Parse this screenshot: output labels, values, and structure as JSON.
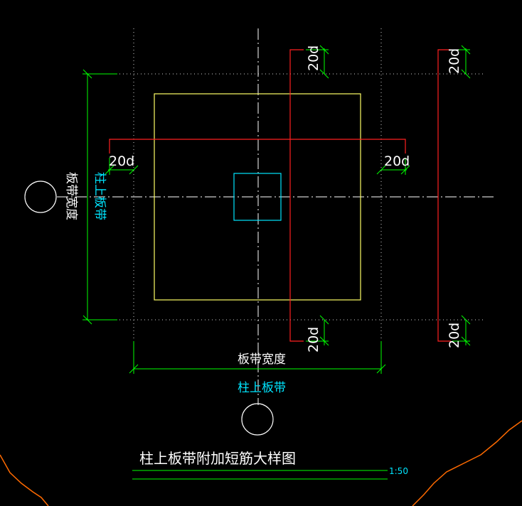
{
  "drawing": {
    "title": "柱上板带附加短筋大样图",
    "scale": "1:50"
  },
  "labels": {
    "band_width": "板带宽度",
    "column_strip": "柱上板带",
    "band_width_vertical": "板带宽度",
    "column_strip_vertical": "柱上板带"
  },
  "dims": {
    "top_left": "20d",
    "top_right": "20d",
    "left": "20d",
    "right": "20d",
    "bottom_left": "20d",
    "bottom_right": "20d"
  },
  "colors": {
    "background": "#000000",
    "dimension": "#00ff00",
    "rebar": "#ff2020",
    "slab_outline": "#ffff66",
    "column": "#00e5ff",
    "axis": "#ffffff",
    "boundary": "#ff6a00"
  }
}
